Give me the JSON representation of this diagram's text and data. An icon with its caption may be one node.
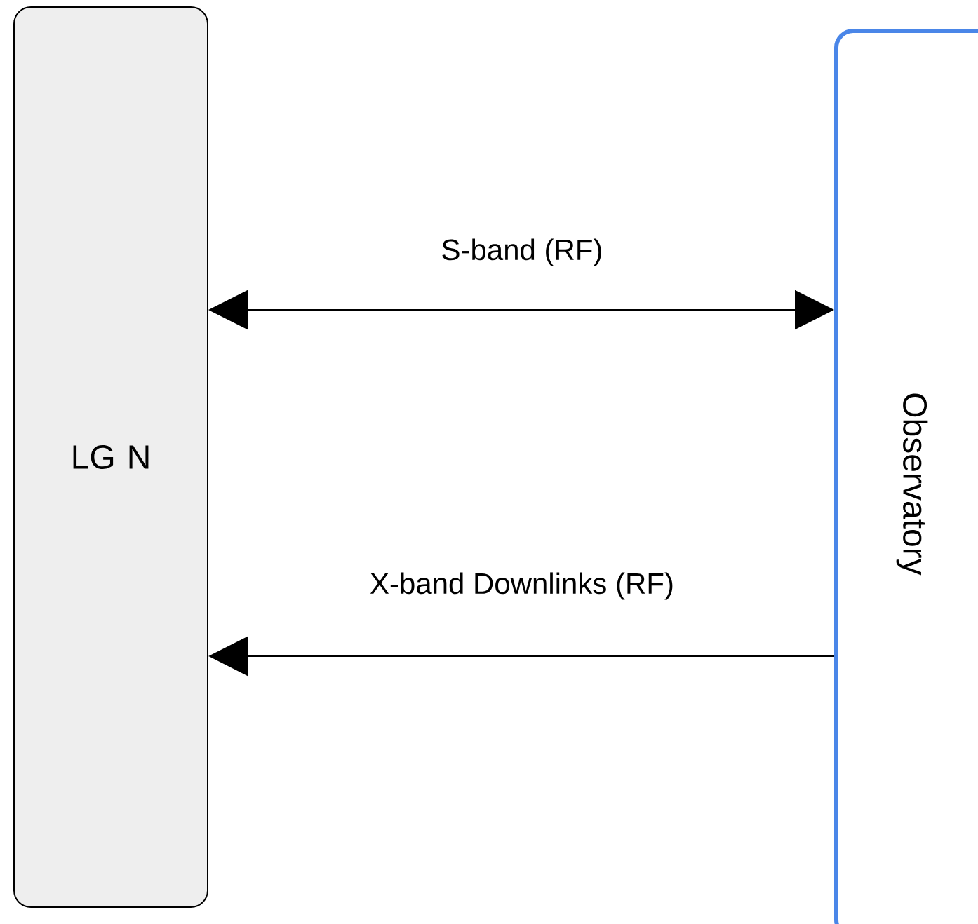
{
  "diagram": {
    "nodes": [
      {
        "text": [
          "LG N"
        ]
      },
      {
        "text": [
          "Observatory"
        ]
      }
    ],
    "edges": [
      {
        "from": 0,
        "to": 1,
        "arrow": "both",
        "label": "S-band (RF)"
      },
      {
        "from": 1,
        "to": 0,
        "arrow": "to",
        "label": "X-band Downlinks (RF)"
      }
    ]
  }
}
